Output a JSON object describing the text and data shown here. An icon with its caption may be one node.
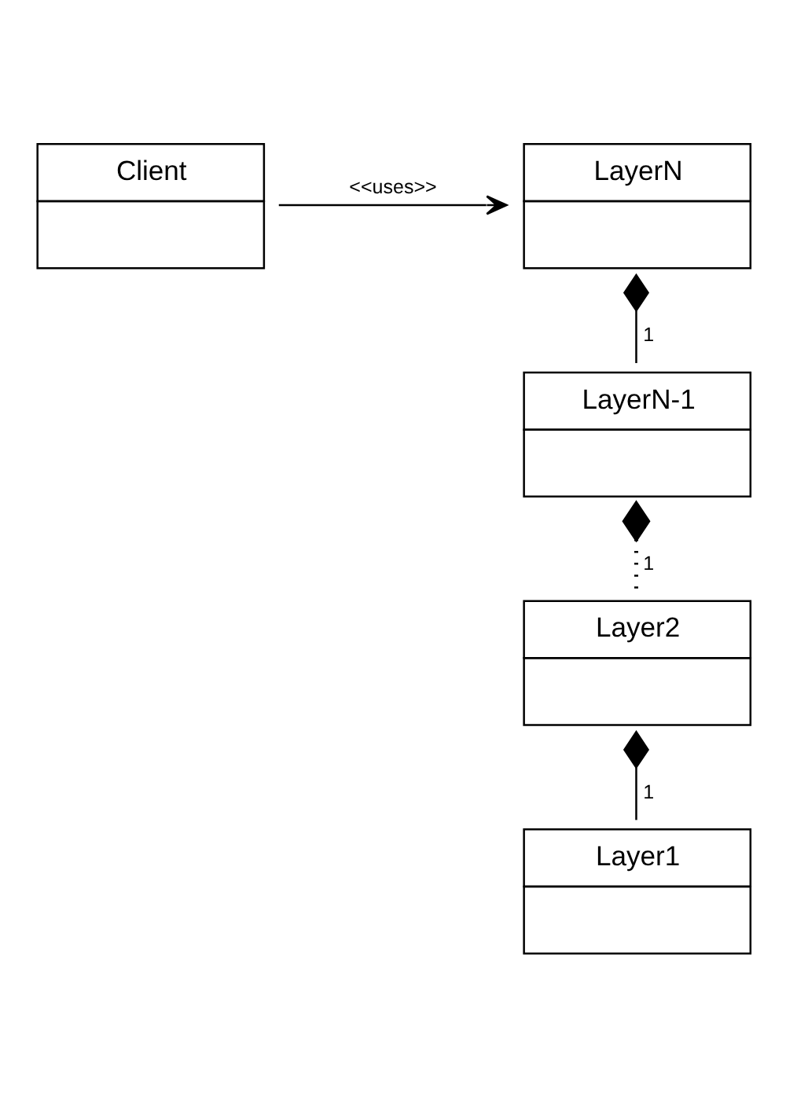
{
  "diagram": {
    "nodes": [
      {
        "text": [
          "Client"
        ]
      },
      {
        "text": [
          "LayerN"
        ]
      },
      {
        "text": [
          "LayerN-1"
        ]
      },
      {
        "text": [
          "Layer2"
        ]
      },
      {
        "text": [
          "Layer1"
        ]
      }
    ],
    "edges": [
      {
        "from": 0,
        "to": 1,
        "arrow": "to",
        "label": "<<uses>>"
      },
      {
        "from": 1,
        "to": 2,
        "arrow": "other",
        "label": "1"
      },
      {
        "from": 2,
        "to": 3,
        "arrow": "other",
        "label": "1",
        "style": "dashed"
      },
      {
        "from": 3,
        "to": 4,
        "arrow": "other",
        "label": "1"
      }
    ]
  }
}
